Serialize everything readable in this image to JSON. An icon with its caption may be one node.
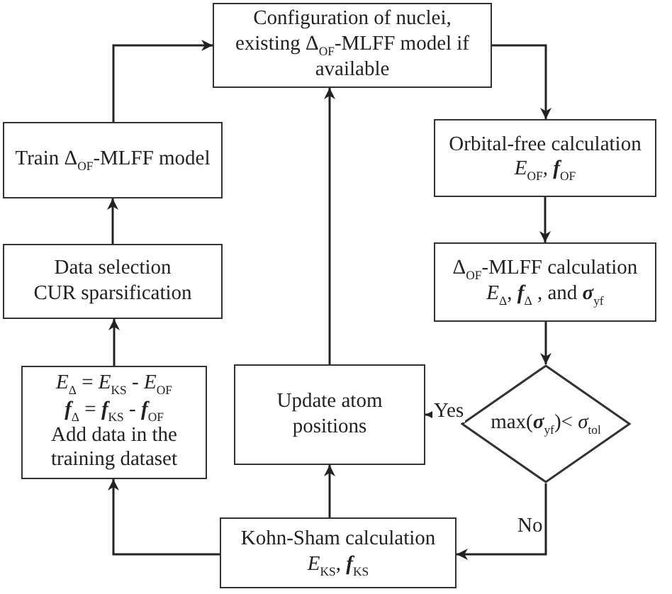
{
  "diagram": {
    "nodes": [
      {
        "text": [
          "Configuration of nuclei, existing Δ$_{OF}$-MLFF model if available"
        ]
      },
      {
        "text": [
          "Orbital-free calculation",
          "*E*$_{OF}$, **f**$_{OF}$"
        ]
      },
      {
        "text": [
          "Δ$_{OF}$-MLFF calculation",
          "*E*$_{Δ}$, **f**$_{Δ}$ , and **σ**$_{yf}$"
        ]
      },
      {
        "text": [
          "max(**σ**$_{yf}$)< *σ*$_{tol}$"
        ]
      },
      {
        "text": [
          "Update atom positions"
        ]
      },
      {
        "text": [
          "Kohn-Sham calculation",
          "*E*$_{KS}$, **f**$_{KS}$"
        ]
      },
      {
        "text": [
          "Train Δ$_{OF}$-MLFF model"
        ]
      },
      {
        "text": [
          "Data selection",
          "CUR sparsification"
        ]
      },
      {
        "text": [
          "*E*$_{Δ}$ = *E*$_{KS}$ - *E*$_{OF}$",
          "**f**$_{Δ}$ = **f**$_{KS}$ - **f**$_{OF}$",
          "Add data in the training dataset"
        ]
      }
    ],
    "edges": [
      {
        "from": 0,
        "to": 1,
        "arrow": "to"
      },
      {
        "from": 1,
        "to": 2,
        "arrow": "to"
      },
      {
        "from": 2,
        "to": 3,
        "arrow": "to"
      },
      {
        "from": 3,
        "to": 4,
        "arrow": "to",
        "label": "Yes"
      },
      {
        "from": 3,
        "to": 5,
        "arrow": "to",
        "label": "No"
      },
      {
        "from": 5,
        "to": 4,
        "arrow": "to"
      },
      {
        "from": 4,
        "to": 0,
        "arrow": "to"
      },
      {
        "from": 5,
        "to": 8,
        "arrow": "to"
      },
      {
        "from": 8,
        "to": 7,
        "arrow": "to"
      },
      {
        "from": 7,
        "to": 6,
        "arrow": "to"
      },
      {
        "from": 6,
        "to": 0,
        "arrow": "to"
      }
    ]
  }
}
